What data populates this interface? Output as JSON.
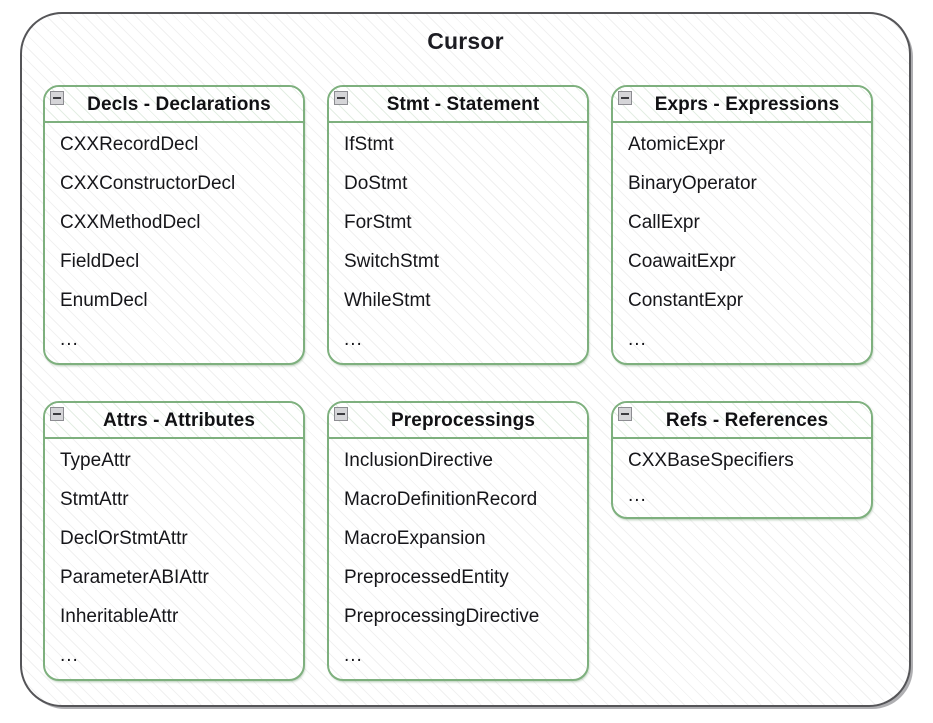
{
  "diagram": {
    "title": "Cursor",
    "collapse_icon_name": "collapse-minus-icon",
    "ellipsis": "...",
    "colors": {
      "outer_border": "#555558",
      "group_border": "#7eb07e",
      "title_text": "#1c1c22",
      "item_text": "#16161a",
      "hatch": "#f2f2f2"
    },
    "groups": [
      {
        "id": "decls",
        "title": "Decls - Declarations",
        "items": [
          "CXXRecordDecl",
          "CXXConstructorDecl",
          "CXXMethodDecl",
          "FieldDecl",
          "EnumDecl",
          "..."
        ]
      },
      {
        "id": "stmt",
        "title": "Stmt - Statement",
        "items": [
          "IfStmt",
          "DoStmt",
          "ForStmt",
          "SwitchStmt",
          "WhileStmt",
          "..."
        ]
      },
      {
        "id": "exprs",
        "title": "Exprs - Expressions",
        "items": [
          "AtomicExpr",
          "BinaryOperator",
          "CallExpr",
          "CoawaitExpr",
          "ConstantExpr",
          "..."
        ]
      },
      {
        "id": "attrs",
        "title": "Attrs - Attributes",
        "items": [
          "TypeAttr",
          "StmtAttr",
          "DeclOrStmtAttr",
          "ParameterABIAttr",
          "InheritableAttr",
          "..."
        ]
      },
      {
        "id": "preprocessings",
        "title": "Preprocessings",
        "items": [
          "InclusionDirective",
          "MacroDefinitionRecord",
          "MacroExpansion",
          "PreprocessedEntity",
          "PreprocessingDirective",
          "..."
        ]
      },
      {
        "id": "refs",
        "title": "Refs - References",
        "items": [
          "CXXBaseSpecifiers",
          "..."
        ]
      }
    ]
  }
}
